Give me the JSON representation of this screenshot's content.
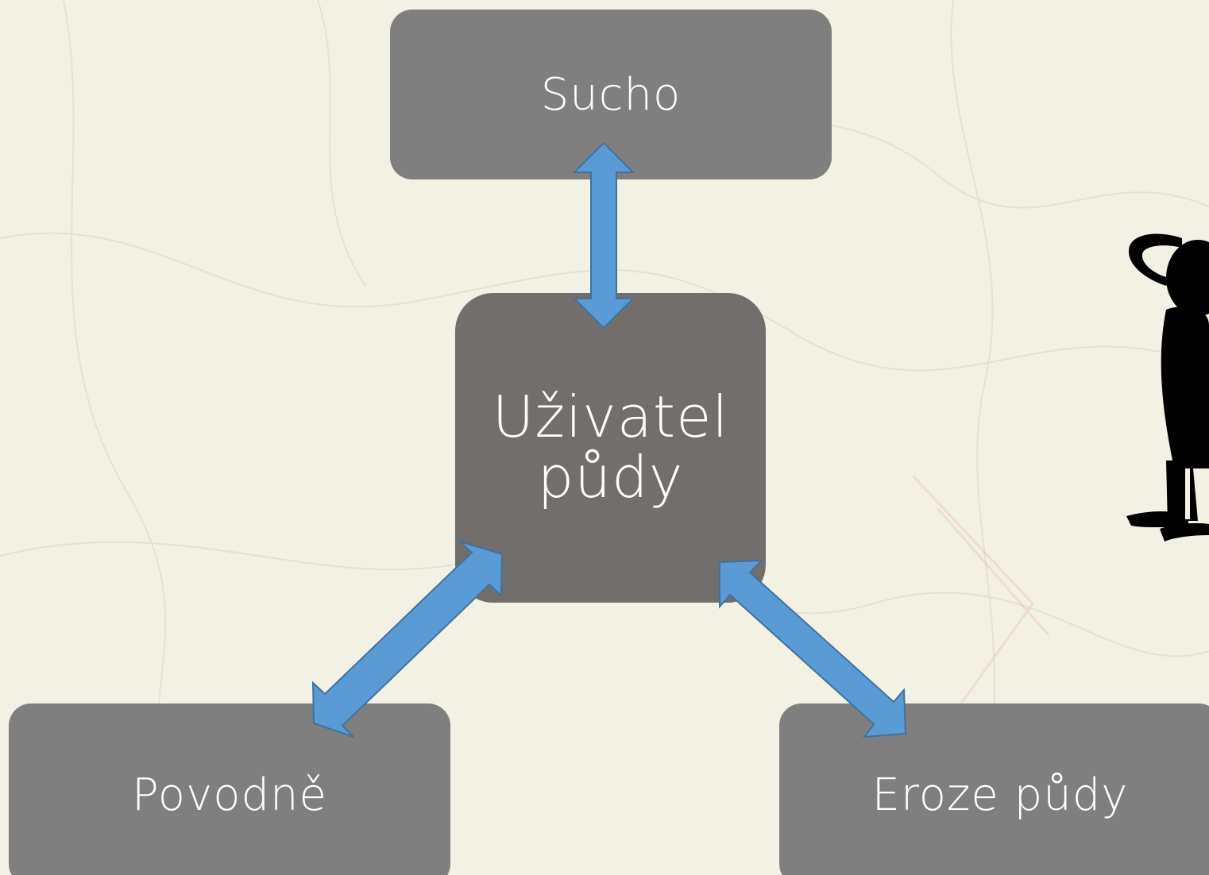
{
  "diagram": {
    "top_node": "Sucho",
    "center_node_line1": "Uživatel",
    "center_node_line2": "půdy",
    "left_node": "Povodně",
    "right_node": "Eroze půdy"
  },
  "colors": {
    "node_fill": "#7f7f7f",
    "center_fill": "#726e6c",
    "arrow_fill": "#5b9bd5",
    "arrow_stroke": "#41719c",
    "background": "#f3f0e4"
  },
  "icons": {
    "figure": "thinking-person-silhouette"
  }
}
